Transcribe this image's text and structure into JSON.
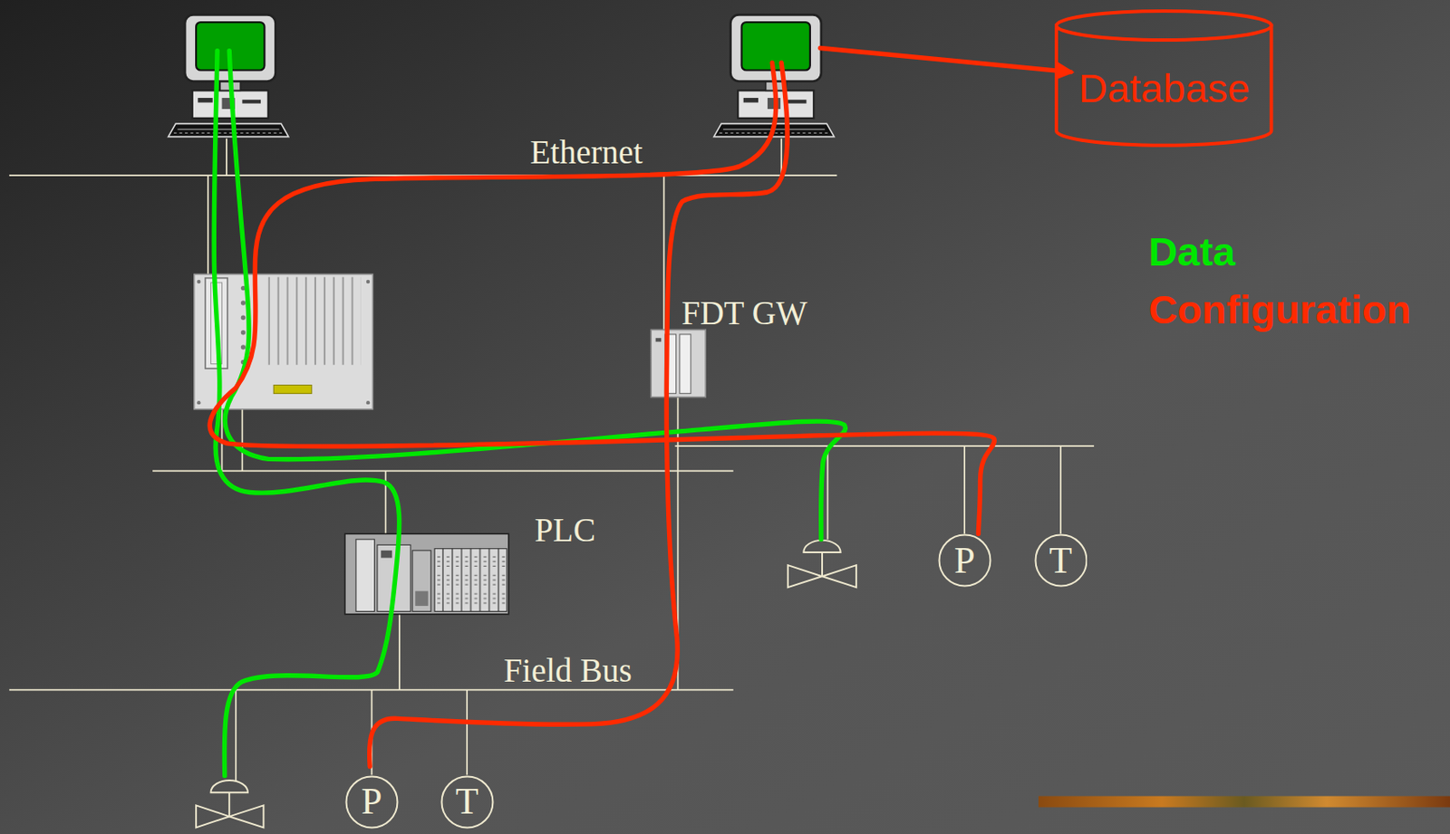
{
  "diagram": {
    "nodes": [
      {
        "text": [
          "Database"
        ]
      },
      {
        "text": [
          "FDT GW"
        ]
      },
      {
        "text": [
          "PLC"
        ]
      },
      {
        "text": [
          "P"
        ]
      },
      {
        "text": [
          "T"
        ]
      },
      {
        "text": [
          "P"
        ]
      },
      {
        "text": [
          "T"
        ]
      }
    ],
    "labels": [
      "Ethernet",
      "Field Bus"
    ],
    "legend": [
      {
        "text": "Data",
        "color": "#00e600"
      },
      {
        "text": "Configuration",
        "color": "#ff2a00"
      }
    ]
  }
}
